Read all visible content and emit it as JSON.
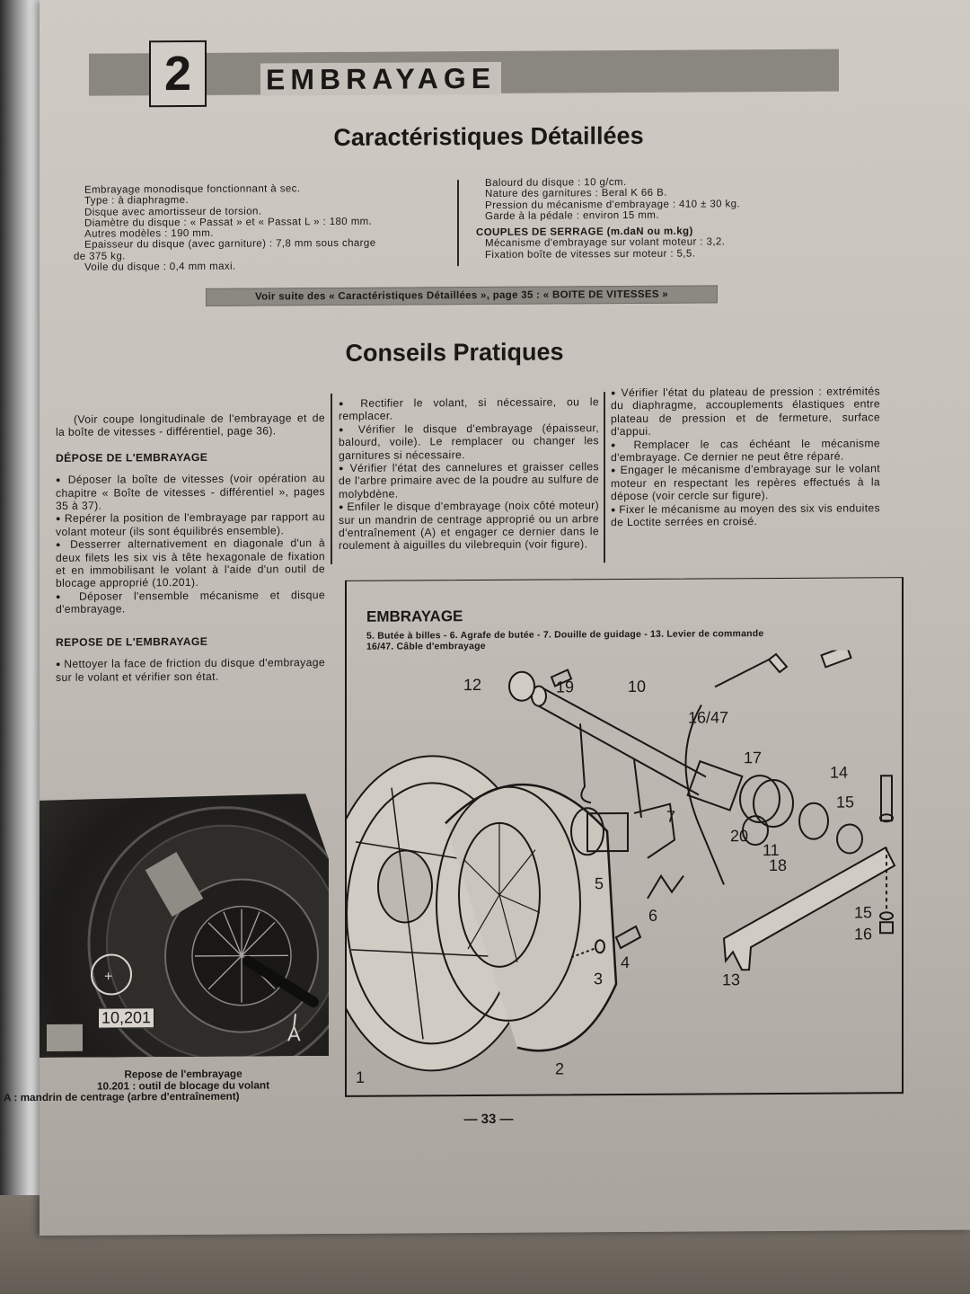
{
  "chapter": {
    "number": "2",
    "title": "EMBRAYAGE"
  },
  "specs": {
    "title": "Caractéristiques Détaillées",
    "left": [
      "Embrayage monodisque fonctionnant à sec.",
      "Type : à diaphragme.",
      "Disque avec amortisseur de torsion.",
      "Diamètre du disque : « Passat » et « Passat L » : 180 mm.",
      "Autres modèles : 190 mm.",
      "Epaisseur du disque (avec garniture) : 7,8 mm sous charge",
      "de 375 kg.",
      "Voile du disque : 0,4 mm maxi."
    ],
    "right": [
      "Balourd du disque : 10 g/cm.",
      "Nature des garnitures : Beral K 66 B.",
      "Pression du mécanisme d'embrayage : 410 ± 30 kg.",
      "Garde à la pédale : environ 15 mm."
    ],
    "torque_heading": "COUPLES DE SERRAGE (m.daN ou m.kg)",
    "torque": [
      "Mécanisme d'embrayage sur volant moteur : 3,2.",
      "Fixation boîte de vitesses sur moteur : 5,5."
    ],
    "see_more": "Voir suite des « Caractéristiques Détaillées », page 35 : « BOITE DE VITESSES »"
  },
  "advice": {
    "title": "Conseils Pratiques",
    "col1": {
      "intro": "(Voir coupe longitudinale de l'embrayage et de la boîte de vitesses - différentiel, page 36).",
      "removal_heading": "DÉPOSE DE L'EMBRAYAGE",
      "removal": [
        "Déposer la boîte de vitesses (voir opération au chapitre « Boîte de vitesses - différentiel », pages 35 à 37).",
        "Repérer la position de l'embrayage par rapport au volant moteur (ils sont équilibrés ensemble).",
        "Desserrer alternativement en diagonale d'un à deux filets les six vis à tête hexagonale de fixation et en immobilisant le volant à l'aide d'un outil de blocage approprié (10.201).",
        "Déposer l'ensemble mécanisme et disque d'embrayage."
      ],
      "refit_heading": "REPOSE DE L'EMBRAYAGE",
      "refit": [
        "Nettoyer la face de friction du disque d'embrayage sur le volant et vérifier son état."
      ]
    },
    "col2": [
      "Rectifier le volant, si nécessaire, ou le remplacer.",
      "Vérifier le disque d'embrayage (épaisseur, balourd, voile). Le remplacer ou changer les garnitures si nécessaire.",
      "Vérifier l'état des cannelures et graisser celles de l'arbre primaire avec de la poudre au sulfure de molybdène.",
      "Enfiler le disque d'embrayage (noix côté moteur) sur un mandrin de centrage approprié ou un arbre d'entraînement (A) et engager ce dernier dans le roulement à aiguilles du vilebrequin (voir figure)."
    ],
    "col3": [
      "Vérifier l'état du plateau de pression : extrémités du diaphragme, accouplements élastiques entre plateau de pression et de fermeture, surface d'appui.",
      "Remplacer le cas échéant le mécanisme d'embrayage. Ce dernier ne peut être réparé.",
      "Engager le mécanisme d'embrayage sur le volant moteur en respectant les repères effectués à la dépose (voir cercle sur figure).",
      "Fixer le mécanisme au moyen des six vis enduites de Loctite serrées en croisé."
    ]
  },
  "photo": {
    "tool_label": "10,201",
    "arrow_label": "A",
    "caption": [
      "Repose de l'embrayage",
      "10.201 : outil de blocage du volant",
      "A : mandrin de centrage (arbre d'entraînement)"
    ]
  },
  "figure": {
    "title": "EMBRAYAGE",
    "legend_line1": "5. Butée à billes - 6. Agrafe de butée - 7. Douille de guidage - 13. Levier de commande",
    "legend_line2": "16/47. Câble d'embrayage",
    "callouts": {
      "c1": "1",
      "c2": "2",
      "c3": "3",
      "c4": "4",
      "c5": "5",
      "c6": "6",
      "c7": "7",
      "c10": "10",
      "c11": "11",
      "c12": "12",
      "c13": "13",
      "c14": "14",
      "c15a": "15",
      "c15b": "15",
      "c16": "16",
      "c1647": "16/47",
      "c17": "17",
      "c18": "18",
      "c19": "19",
      "c20": "20"
    }
  },
  "footer": {
    "page_number": "— 33 —"
  }
}
